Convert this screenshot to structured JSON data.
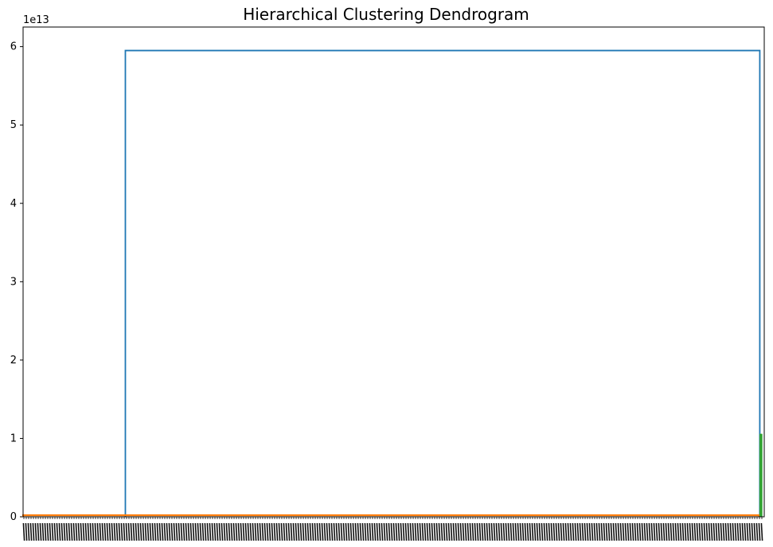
{
  "chart_data": {
    "type": "dendrogram",
    "title": "Hierarchical Clustering Dendrogram",
    "xlabel": "",
    "ylabel": "",
    "y_offset_label": "1e13",
    "y_scale": 10000000000000.0,
    "ylim": [
      0,
      6.25
    ],
    "yticks": [
      0,
      1,
      2,
      3,
      4,
      5,
      6
    ],
    "ytick_labels": [
      "0",
      "1",
      "2",
      "3",
      "4",
      "5",
      "6"
    ],
    "grid": false,
    "x_leaf_labels_note": "Dense, overlapping leaf labels along x-axis are illegible.",
    "colors": {
      "root_link": "#1f77b4",
      "cluster_1": "#ff7f0e",
      "cluster_2": "#2ca02c",
      "axis": "#000000"
    },
    "links": [
      {
        "name": "root-merge",
        "color": "root_link",
        "x_left": 0.138,
        "x_right": 0.994,
        "height": 5.95,
        "child_left_height": 0.0,
        "child_right_height": 0.0
      },
      {
        "name": "orange-cluster",
        "color": "cluster_1",
        "x_left": 0.0,
        "x_right": 0.993,
        "height": 0.02
      },
      {
        "name": "green-cluster",
        "color": "cluster_2",
        "x_left": 0.9945,
        "x_right": 0.9965,
        "height": 1.05
      }
    ]
  }
}
